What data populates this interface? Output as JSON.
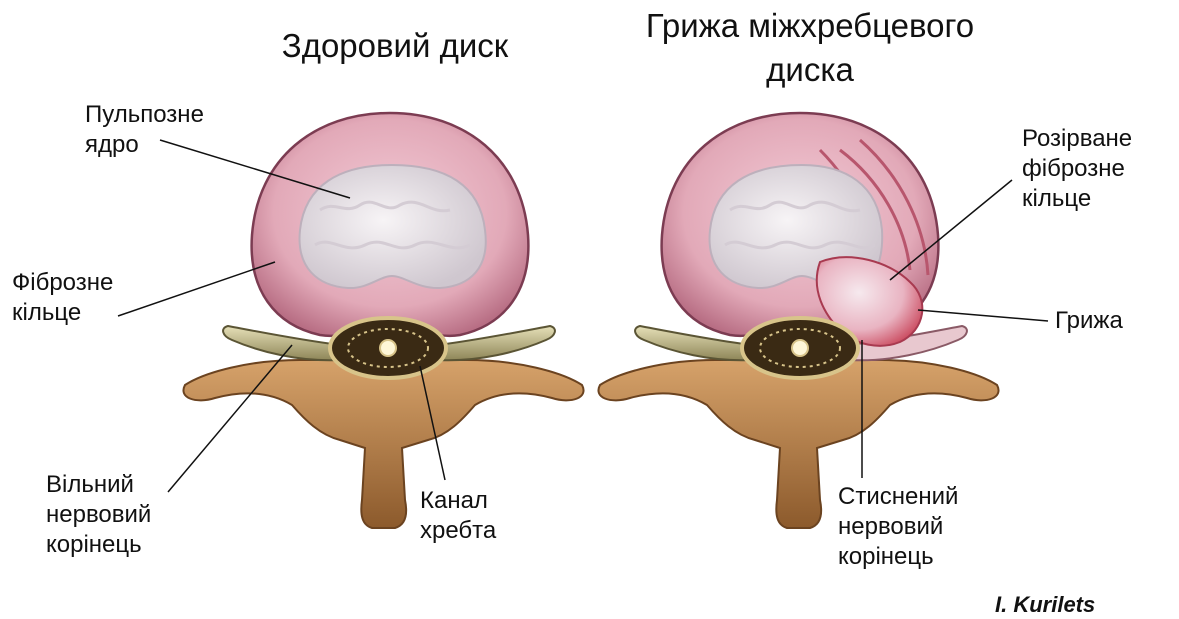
{
  "titles": {
    "healthy": "Здоровий диск",
    "hernia_line1": "Грижа міжхребцевого",
    "hernia_line2": "диска"
  },
  "labels": {
    "nucleus": [
      "Пульпозне",
      "ядро"
    ],
    "annulus": [
      "Фіброзне",
      "кільце"
    ],
    "free_root": [
      "Вільний",
      "нервовий",
      "корінець"
    ],
    "canal": [
      "Канал",
      "хребта"
    ],
    "torn_annulus": [
      "Розірване",
      "фіброзне",
      "кільце"
    ],
    "hernia": "Грижа",
    "compressed_root": [
      "Стиснений",
      "нервовий",
      "корінець"
    ]
  },
  "credit": "I. Kurilets",
  "colors": {
    "disc_ring": "#dfa6b6",
    "nucleus": "#e9e4e9",
    "bone": "#b57e48",
    "nerve": "#c9c08c",
    "canal": "#3a2a14",
    "hernia": "#c9455a"
  }
}
